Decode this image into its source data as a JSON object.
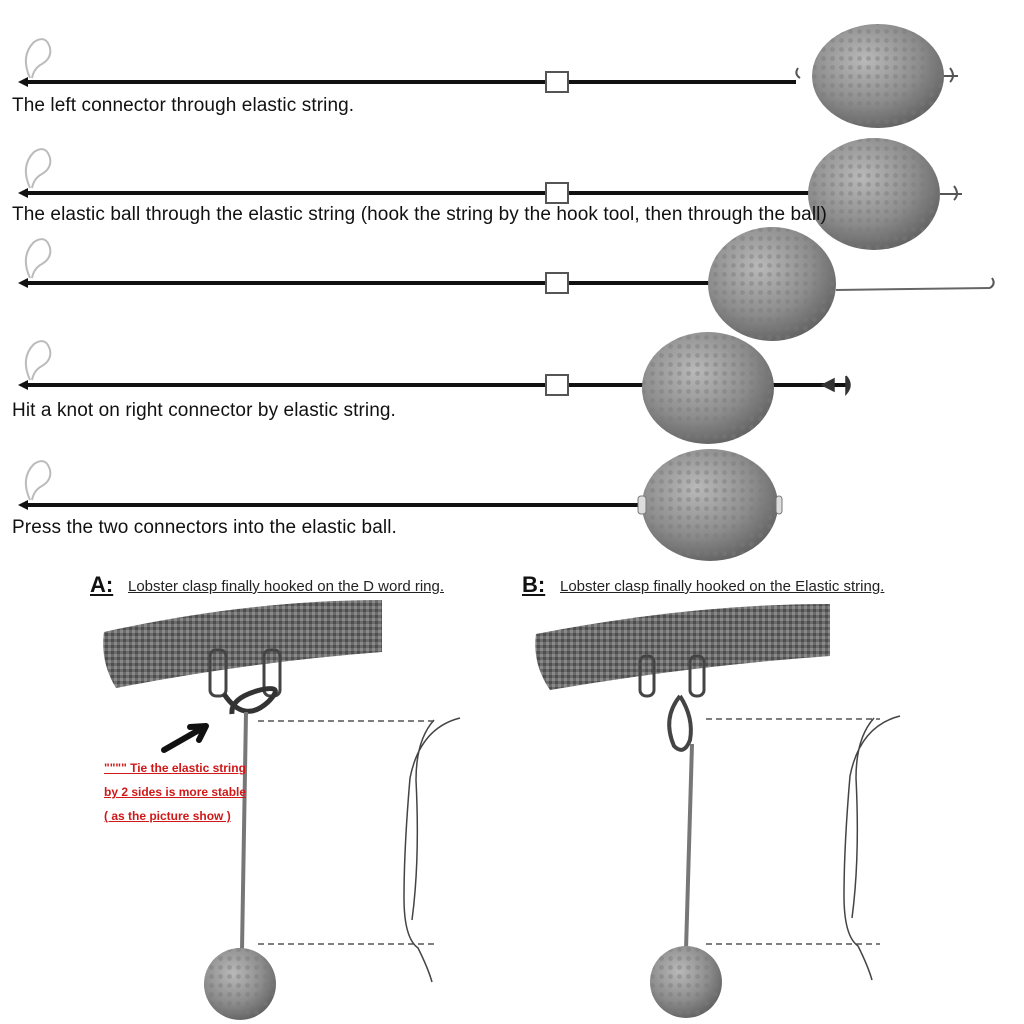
{
  "steps": [
    {
      "caption": "The left connector through elastic string."
    },
    {
      "caption": "The elastic ball through the elastic string (hook the string by the hook tool, then through the ball)"
    },
    {
      "caption": ""
    },
    {
      "caption": "Hit a knot on right connector by elastic string."
    },
    {
      "caption": "Press the two connectors into the elastic ball."
    }
  ],
  "panels": [
    {
      "letter": "A:",
      "text": "Lobster clasp finally hooked on the D word ring."
    },
    {
      "letter": "B:",
      "text": "Lobster clasp finally hooked on the Elastic string."
    }
  ],
  "note": {
    "line1": "\"\"\"\" Tie the elastic string",
    "line2": "by 2 sides is more stable",
    "line3": "( as the picture show )"
  },
  "colors": {
    "string": "#111111",
    "ball": "#8e8e8e",
    "note_red": "#d01818",
    "band": "#5a5a5a"
  }
}
